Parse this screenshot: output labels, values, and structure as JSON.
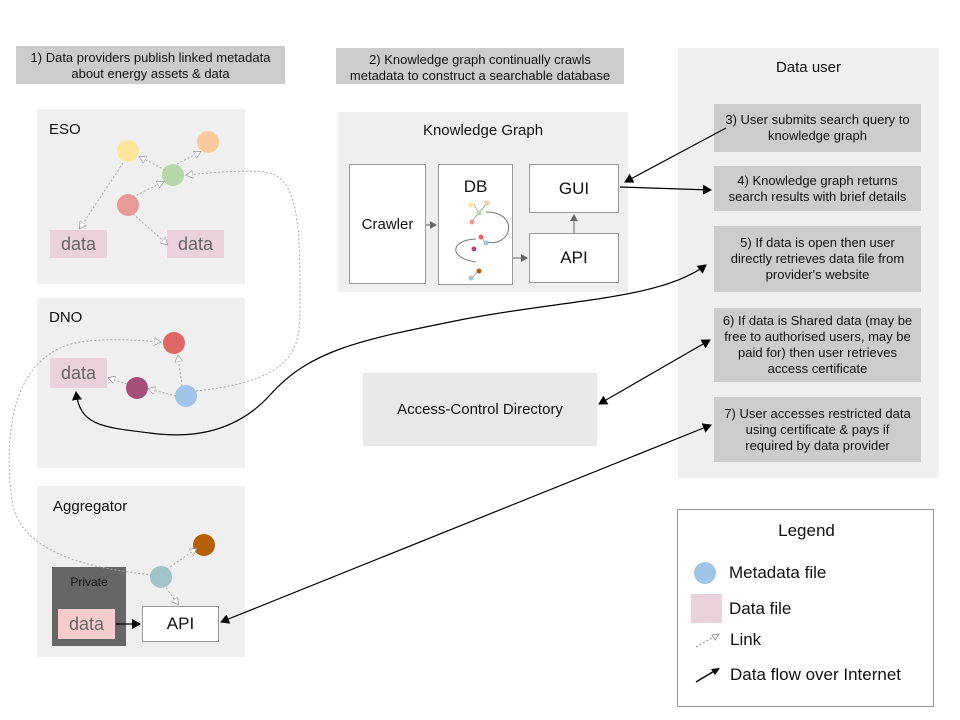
{
  "captions": {
    "providers": "1) Data providers publish linked metadata about energy assets & data",
    "crawl": "2) Knowledge graph continually crawls metadata to construct a searchable database"
  },
  "eso": {
    "title": "ESO",
    "data1": "data",
    "data2": "data"
  },
  "dno": {
    "title": "DNO",
    "data": "data"
  },
  "aggregator": {
    "title": "Aggregator",
    "private": "Private",
    "data": "data",
    "api": "API"
  },
  "kg": {
    "title": "Knowledge Graph",
    "crawler": "Crawler",
    "db": "DB",
    "gui": "GUI",
    "api": "API"
  },
  "acd": {
    "label": "Access-Control Directory"
  },
  "user": {
    "title": "Data user",
    "steps": [
      "3) User submits search query to knowledge graph",
      "4) Knowledge graph returns search results with brief details",
      "5) If data is open then user directly retrieves data file from provider's website",
      "6) If data is Shared data (may be free to authorised users, may be paid for) then user retrieves access certificate",
      "7) User accesses restricted data using certificate & pays if required by data provider"
    ]
  },
  "legend": {
    "title": "Legend",
    "metadata": "Metadata file",
    "datafile": "Data file",
    "link": "Link",
    "flow": "Data flow over Internet"
  },
  "colors": {
    "metadata": "#9fc5e8",
    "datafile": "#ead1dc",
    "panel": "#efefef",
    "caption": "#cccccc"
  }
}
